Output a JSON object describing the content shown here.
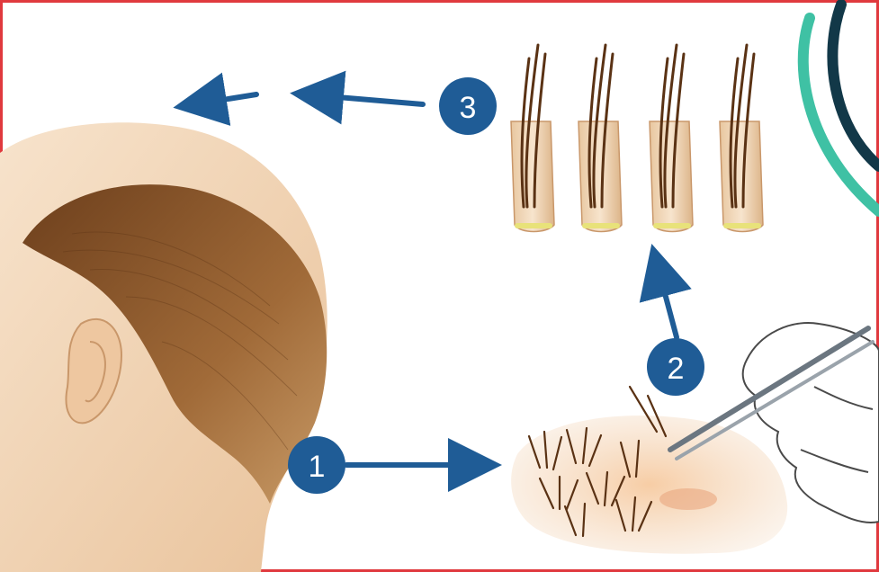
{
  "diagram": {
    "steps": [
      {
        "label": "1"
      },
      {
        "label": "2"
      },
      {
        "label": "3"
      }
    ],
    "colors": {
      "border": "#e0393e",
      "step_circle": "#1f5c96",
      "arrow": "#1f5c96",
      "skin": "#f0d2b0",
      "hair": "#7a4a22",
      "logo_teal": "#3fc1a4",
      "logo_dark": "#123848"
    },
    "icons": [
      "head-illustration",
      "follicle-graft",
      "forceps-icon",
      "gloved-hand-icon",
      "arrow-icon",
      "brand-logo-arcs"
    ]
  }
}
